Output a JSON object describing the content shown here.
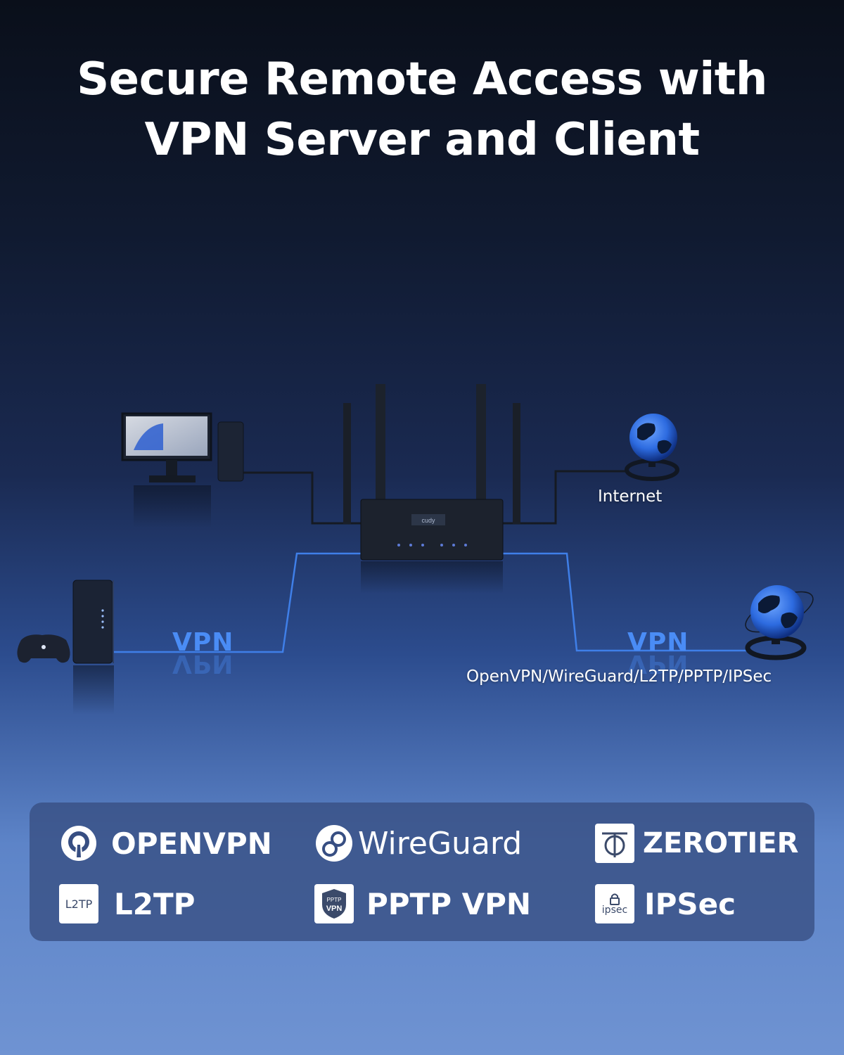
{
  "title": {
    "line1": "Secure Remote Access with",
    "line2": "VPN Server and Client"
  },
  "diagram": {
    "internet_label": "Internet",
    "vpn_left_label": "VPN",
    "vpn_right_label": "VPN",
    "protocols_caption": "OpenVPN/WireGuard/L2TP/PPTP/IPSec",
    "router_brand": "cudy"
  },
  "protocols": [
    {
      "label": "OPENVPN",
      "icon": "openvpn-icon"
    },
    {
      "label": "WireGuard",
      "icon": "wireguard-icon"
    },
    {
      "label": "ZEROTIER",
      "icon": "zerotier-icon"
    },
    {
      "label": "L2TP",
      "icon": "l2tp-icon",
      "badge": "L2TP"
    },
    {
      "label": "PPTP VPN",
      "icon": "pptp-icon",
      "badge_top": "PPTP",
      "badge_bottom": "VPN"
    },
    {
      "label": "IPSec",
      "icon": "ipsec-icon",
      "badge": "ipsec"
    }
  ],
  "colors": {
    "accent": "#4a8cf5",
    "line_vpn": "#3f7fe8",
    "line_wired": "#1b1f27"
  }
}
